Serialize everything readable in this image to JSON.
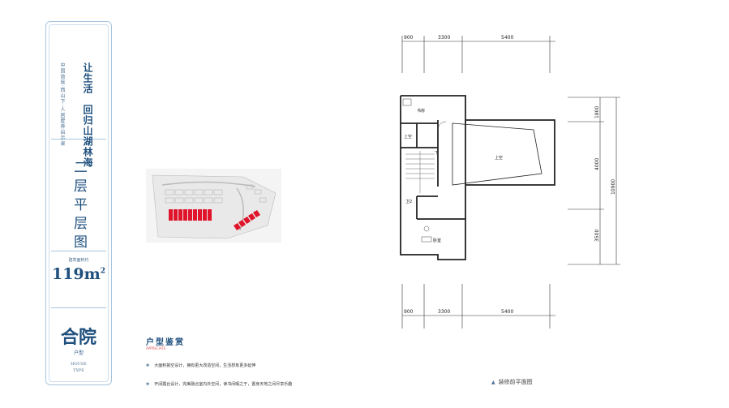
{
  "sidebar": {
    "slogan_main": "让生活　回归山湖林海",
    "slogan_sub": "中国首席·西山下·人居墅养启示录",
    "floor_title": "二层平层图",
    "area_label": "建筑面积约",
    "area_value": "119m",
    "area_unit_sup": "2",
    "house_name": "合院",
    "house_type": "户型",
    "house_en": "HOUSE",
    "house_en_sub": "TYPE"
  },
  "appreciation": {
    "title": "户型鉴赏",
    "subtitle_en": "APPRECIATE",
    "bullets": [
      "大面积挑空设计，拥有更大改造空间，生活想象更多延伸",
      "开阔露台设计，完美融合室内外空间，读书闲暇之于，置身天地之间尽享乐趣"
    ],
    "bullet_marker": "✻"
  },
  "plan": {
    "caption": "装修前平面图",
    "caption_marker": "▲",
    "rooms": {
      "study": "书房",
      "void_small": "上空",
      "void_large": "上空",
      "bathroom": "卫2",
      "bedroom": "卧室",
      "stair_up": "下"
    },
    "top_dims": [
      "900",
      "3300",
      "5400"
    ],
    "bottom_dims": [
      "900",
      "3300",
      "5400"
    ],
    "right_dims": [
      "1800",
      "4000",
      "3500"
    ],
    "right_total": "10900"
  },
  "colors": {
    "accent": "#1e4f7d",
    "border": "#a9c6de",
    "highlight": "#e0142a"
  }
}
